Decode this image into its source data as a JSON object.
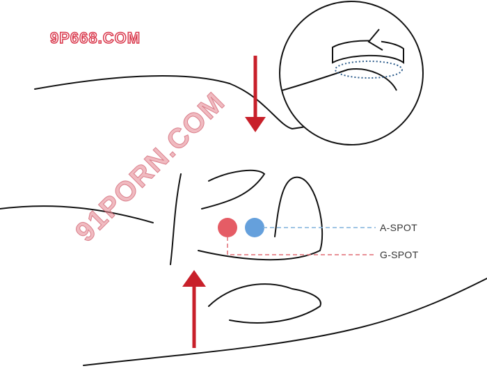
{
  "watermarks": {
    "primary": "9P668.COM",
    "secondary": "91PORN.COM"
  },
  "labels": {
    "a_spot": "A-SPOT",
    "g_spot": "G-SPOT"
  },
  "colors": {
    "arrow": "#c8202a",
    "a_spot": "#4a8fd6",
    "g_spot": "#e0404a",
    "a_line": "#7fb0dc",
    "g_line": "#e06a72",
    "outline": "#111111"
  }
}
